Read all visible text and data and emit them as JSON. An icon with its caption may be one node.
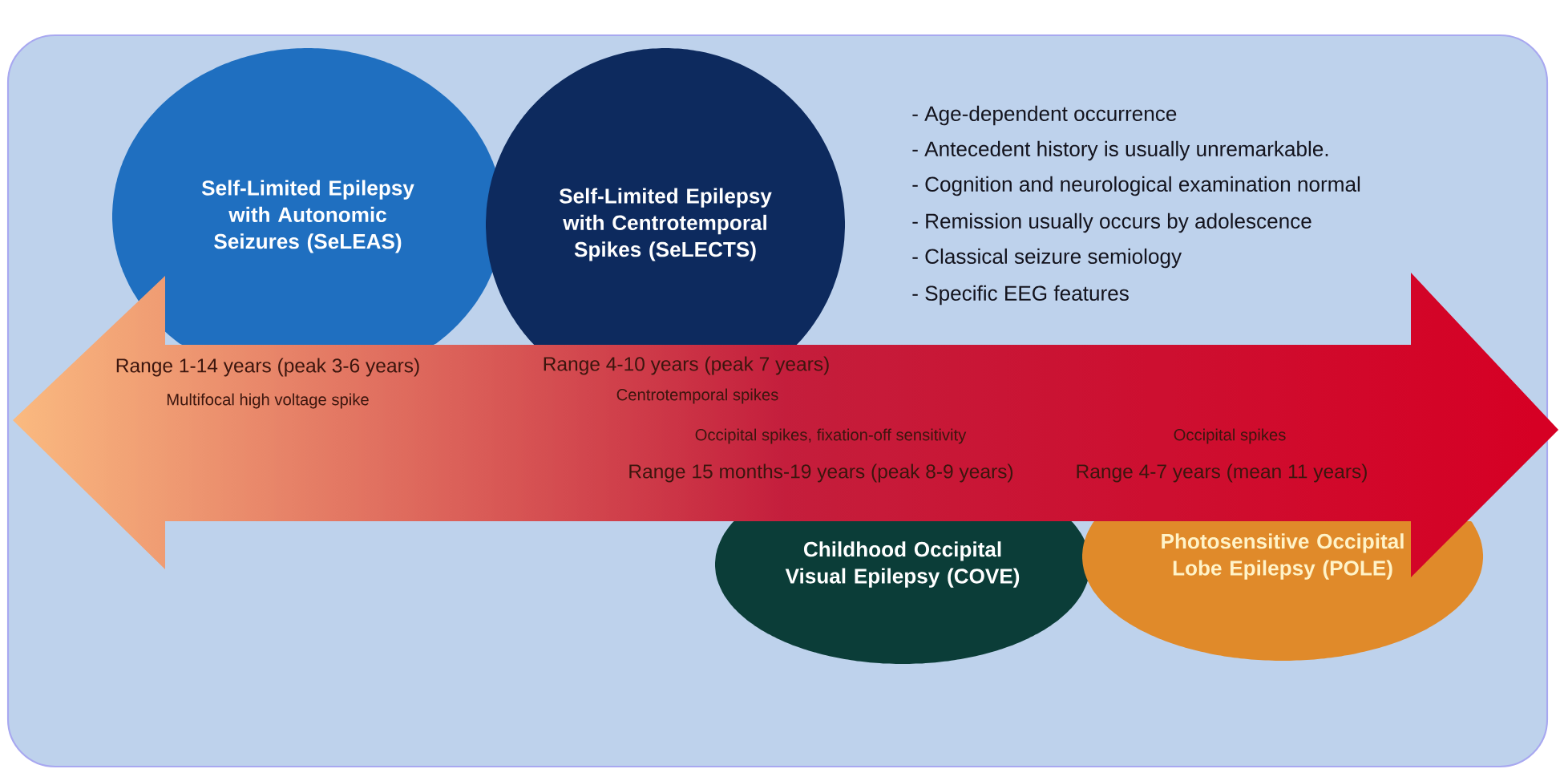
{
  "diagram": {
    "nodes": [
      {
        "text": [
          "Self-Limited Epilepsy with Autonomic Seizures (SeLEAS)"
        ],
        "beside": [
          "Range 1-14 years (peak 3-6 years)",
          "Multifocal high voltage spike"
        ]
      },
      {
        "text": [
          "Self-Limited Epilepsy with Centrotemporal Spikes (SeLECTS)"
        ],
        "beside": [
          "Range 4-10 years (peak 7 years)",
          "Centrotemporal spikes"
        ]
      },
      {
        "text": [
          "Childhood Occipital Visual Epilepsy (COVE)"
        ],
        "beside": [
          "Occipital spikes, fixation-off sensitivity",
          "Range 15 months-19 years (peak 8-9 years)"
        ]
      },
      {
        "text": [
          "Photosensitive Occipital Lobe Epilepsy (POLE)"
        ],
        "beside": [
          "Occipital spikes",
          "Range 4-7 years (mean 11 years)"
        ]
      }
    ],
    "labels": [
      "- Age-dependent occurrence",
      "- Antecedent history is usually unremarkable.",
      "- Cognition and neurological examination normal",
      "- Remission usually occurs by adolescence",
      "- Classical seizure semiology",
      "- Specific EEG features"
    ]
  }
}
